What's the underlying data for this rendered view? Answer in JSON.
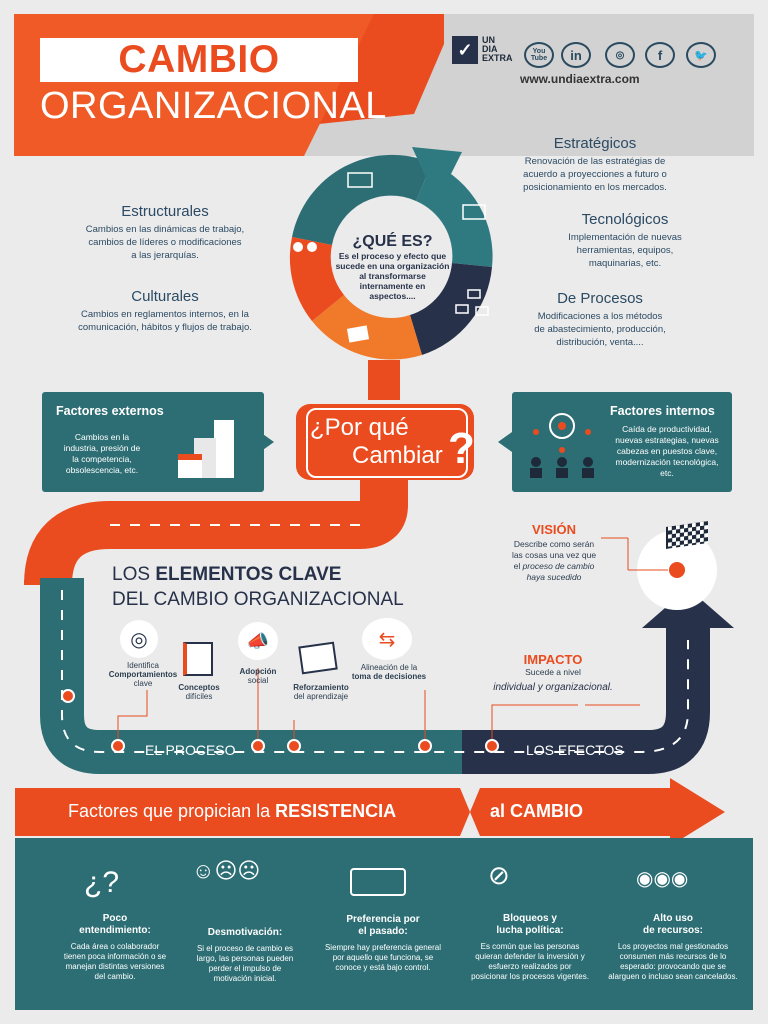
{
  "header": {
    "title_line1": "CAMBIO",
    "title_line2": "ORGANIZACIONAL",
    "logo_line1": "UN",
    "logo_line2": "DIA",
    "logo_line3": "EXTRA",
    "social": [
      "You Tube",
      "in",
      "ig",
      "f",
      "tw"
    ],
    "url": "www.undiaextra.com"
  },
  "que_es": {
    "title": "¿QUÉ ES?",
    "line1": "Es el proceso y efecto que",
    "line2": "sucede en una organización",
    "line3": "al transformarse",
    "line4": "internamente en",
    "line5": "aspectos...."
  },
  "types": {
    "estructurales": {
      "title": "Estructurales",
      "l1": "Cambios en las dinámicas de trabajo,",
      "l2": "cambios de líderes o modificaciones",
      "l3": "a las jerarquías."
    },
    "culturales": {
      "title": "Culturales",
      "l1": "Cambios en reglamentos internos, en la",
      "l2": "comunicación, hábitos y flujos de trabajo."
    },
    "estrategicos": {
      "title": "Estratégicos",
      "l1": "Renovación de las estratégias de",
      "l2": "acuerdo a proyecciones a futuro o",
      "l3": "posicionamiento en los mercados."
    },
    "tecnologicos": {
      "title": "Tecnológicos",
      "l1": "Implementación de nuevas",
      "l2": "herramientas, equipos,",
      "l3": "maquinarias, etc."
    },
    "procesos": {
      "title": "De Procesos",
      "l1": "Modificaciones a los métodos",
      "l2": "de abastecimiento, producción,",
      "l3": "distribución, venta...."
    }
  },
  "por_que": {
    "line1": "¿Por qué",
    "line2": "Cambiar",
    "q": "?"
  },
  "factores_externos": {
    "title": "Factores externos",
    "l1": "Cambios en la",
    "l2": "industria, presión de",
    "l3": "la competencia,",
    "l4": "obsolescencia, etc."
  },
  "factores_internos": {
    "title": "Factores internos",
    "l1": "Caída de productividad,",
    "l2": "nuevas estrategias, nuevas",
    "l3": "cabezas en puestos clave,",
    "l4": "modernización tecnológica,",
    "l5": "etc."
  },
  "elementos": {
    "prefix": "LOS",
    "bold": "ELEMENTOS CLAVE",
    "line2": "DEL CAMBIO ORGANIZACIONAL"
  },
  "items": {
    "identifica": {
      "l1": "Identifica",
      "l2": "Comportamientos",
      "l3": "clave"
    },
    "conceptos": {
      "l1": "Conceptos",
      "l2": "difíciles"
    },
    "adopcion": {
      "l1": "Adopción",
      "l2": "social"
    },
    "reforzamiento": {
      "l1": "Reforzamiento",
      "l2": "del aprendizaje"
    },
    "alineacion": {
      "l1": "Alineación de la",
      "l2": "toma de decisiones"
    }
  },
  "vision": {
    "title": "VISIÓN",
    "l1": "Describe como serán",
    "l2": "las cosas una vez que",
    "l3a": "el ",
    "l3b": "proceso de cambio",
    "l4": "haya sucedido"
  },
  "impacto": {
    "title": "IMPACTO",
    "l1": "Sucede a nivel",
    "l2": "individual y organizacional."
  },
  "road": {
    "proceso": "EL PROCESO",
    "efectos": "LOS EFECTOS"
  },
  "resistencia": {
    "a": "Factores que propician la",
    "b": "RESISTENCIA",
    "c": "al CAMBIO"
  },
  "factors": [
    {
      "h1": "Poco",
      "h2": "entendimiento:",
      "t": [
        "Cada área o colaborador",
        "tienen poca información o se",
        "manejan distintas versiones",
        "del cambio."
      ]
    },
    {
      "h1": "Desmotivación:",
      "h2": "",
      "t": [
        "Si el proceso de cambio es",
        "largo, las personas pueden",
        "perder el impulso de",
        "motivación inicial."
      ]
    },
    {
      "h1": "Preferencia por",
      "h2": "el pasado:",
      "t": [
        "Siempre hay preferencia general",
        "por aquello que funciona, se",
        "conoce y está bajo control."
      ]
    },
    {
      "h1": "Bloqueos y",
      "h2": "lucha política:",
      "t": [
        "Es común que las personas",
        "quieran defender la inversión y",
        "esfuerzo realizados por",
        "posicionar los procesos vigentes."
      ]
    },
    {
      "h1": "Alto uso",
      "h2": "de recursos:",
      "t": [
        "Los proyectos mal gestionados",
        "consumen más recursos de lo",
        "esperado: provocando que se",
        "alarguen o incluso sean cancelados."
      ]
    }
  ],
  "colors": {
    "orange": "#ea4b1f",
    "teal": "#2c6e74",
    "navy": "#27324a",
    "gray": "#c9c9c9"
  }
}
